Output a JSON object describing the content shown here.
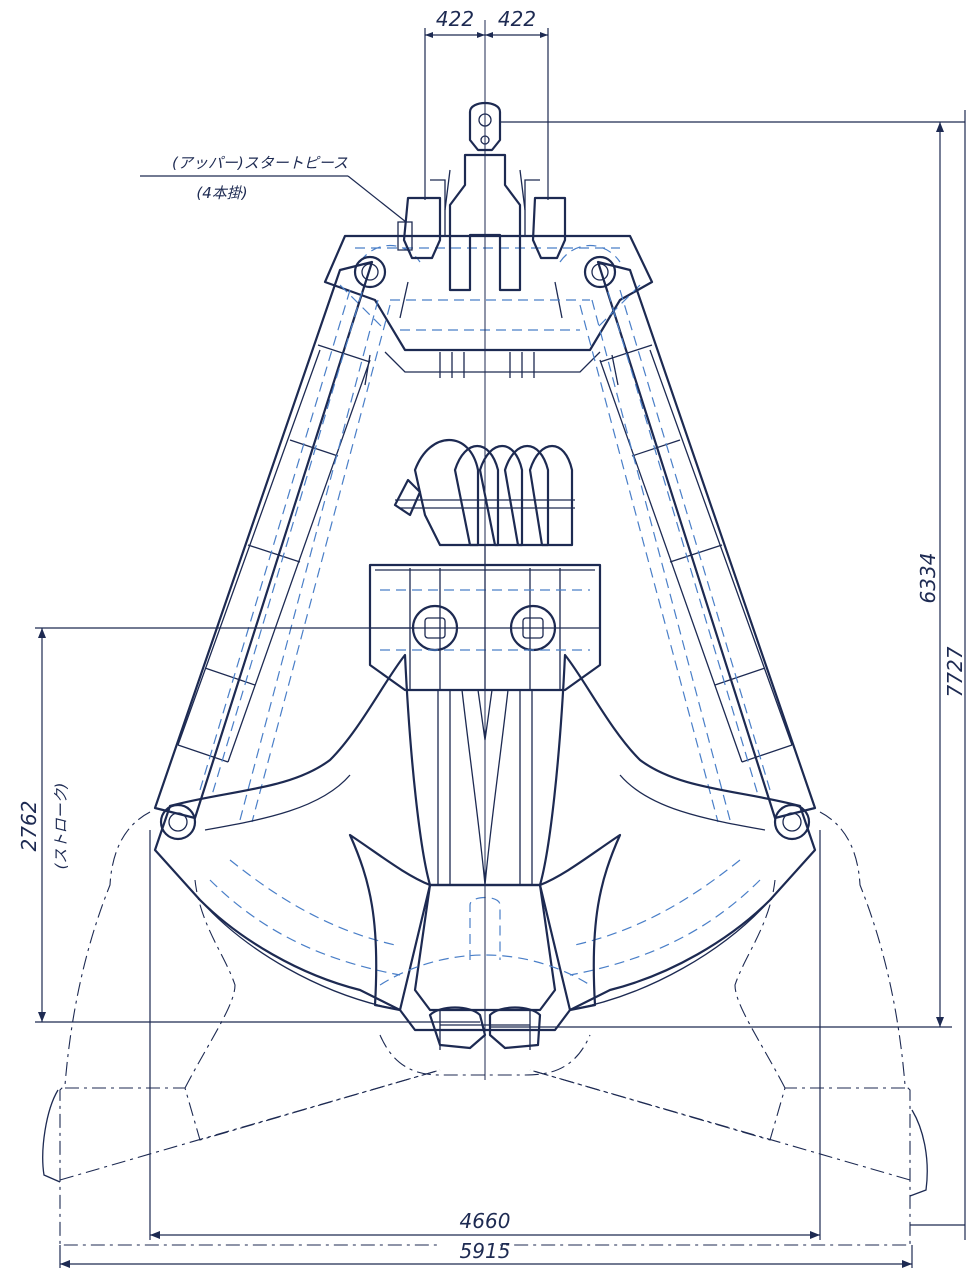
{
  "colors": {
    "ink": "#1d2a52",
    "hidden_lines": "#4a7fc8",
    "paper": "#ffffff"
  },
  "annotation": {
    "part_name": "(アッパー)スタートピース",
    "part_qty": "(4本掛)"
  },
  "dimensions": {
    "sheave_offset_left": "422",
    "sheave_offset_right": "422",
    "height_closed": "6334",
    "height_total": "7727",
    "stroke_value": "2762",
    "stroke_label": "(ストローク)",
    "width_pivots": "4660",
    "width_open": "5915"
  }
}
